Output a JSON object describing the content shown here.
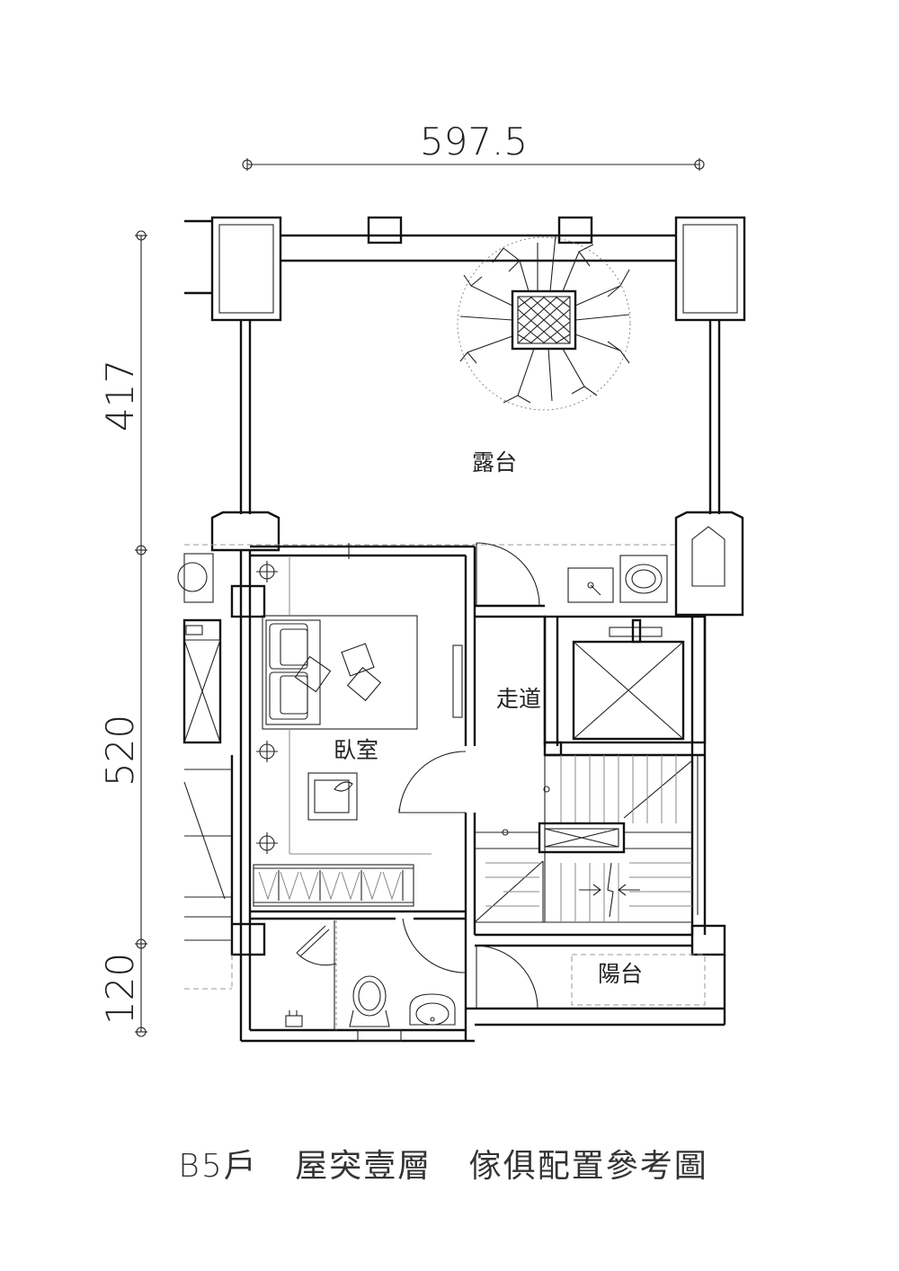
{
  "dimensions": {
    "width_top": "597.5",
    "height_terrace": "417",
    "height_main": "520",
    "height_balcony": "120"
  },
  "rooms": {
    "terrace": "露台",
    "bedroom": "臥室",
    "corridor": "走道",
    "balcony": "陽台"
  },
  "title": {
    "unit": "B5戶",
    "floor": "屋突壹層",
    "caption": "傢俱配置參考圖"
  }
}
